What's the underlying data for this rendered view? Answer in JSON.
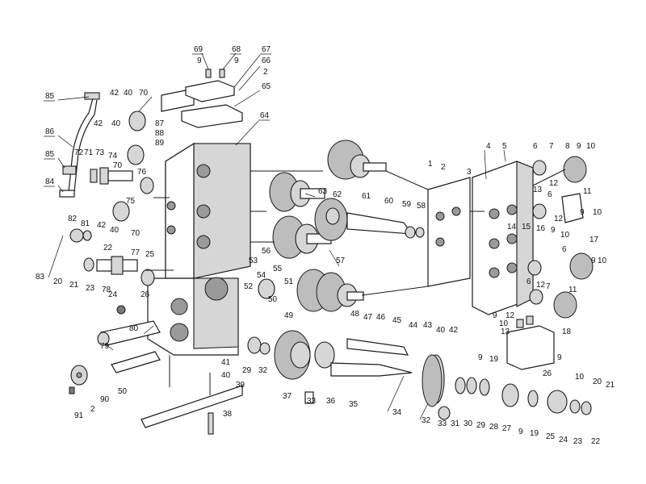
{
  "callouts": [
    {
      "label": "69"
    },
    {
      "label": "68"
    },
    {
      "label": "9"
    },
    {
      "label": "9"
    },
    {
      "label": "67"
    },
    {
      "label": "66"
    },
    {
      "label": "2"
    },
    {
      "label": "65"
    },
    {
      "label": "85"
    },
    {
      "label": "42"
    },
    {
      "label": "40"
    },
    {
      "label": "70"
    },
    {
      "label": "64"
    },
    {
      "label": "42"
    },
    {
      "label": "40"
    },
    {
      "label": "87"
    },
    {
      "label": "88"
    },
    {
      "label": "89"
    },
    {
      "label": "86"
    },
    {
      "label": "85"
    },
    {
      "label": "72"
    },
    {
      "label": "71"
    },
    {
      "label": "73"
    },
    {
      "label": "74"
    },
    {
      "label": "70"
    },
    {
      "label": "76"
    },
    {
      "label": "84"
    },
    {
      "label": "75"
    },
    {
      "label": "82"
    },
    {
      "label": "81"
    },
    {
      "label": "42"
    },
    {
      "label": "40"
    },
    {
      "label": "70"
    },
    {
      "label": "25"
    },
    {
      "label": "83"
    },
    {
      "label": "22"
    },
    {
      "label": "77"
    },
    {
      "label": "20"
    },
    {
      "label": "21"
    },
    {
      "label": "23"
    },
    {
      "label": "24"
    },
    {
      "label": "78"
    },
    {
      "label": "26"
    },
    {
      "label": "63"
    },
    {
      "label": "62"
    },
    {
      "label": "61"
    },
    {
      "label": "60"
    },
    {
      "label": "59"
    },
    {
      "label": "58"
    },
    {
      "label": "1"
    },
    {
      "label": "2"
    },
    {
      "label": "3"
    },
    {
      "label": "4"
    },
    {
      "label": "5"
    },
    {
      "label": "6"
    },
    {
      "label": "7"
    },
    {
      "label": "8"
    },
    {
      "label": "9"
    },
    {
      "label": "10"
    },
    {
      "label": "13"
    },
    {
      "label": "12"
    },
    {
      "label": "6"
    },
    {
      "label": "11"
    },
    {
      "label": "12"
    },
    {
      "label": "9"
    },
    {
      "label": "10"
    },
    {
      "label": "14"
    },
    {
      "label": "15"
    },
    {
      "label": "16"
    },
    {
      "label": "9"
    },
    {
      "label": "10"
    },
    {
      "label": "17"
    },
    {
      "label": "6"
    },
    {
      "label": "9"
    },
    {
      "label": "10"
    },
    {
      "label": "6"
    },
    {
      "label": "7"
    },
    {
      "label": "12"
    },
    {
      "label": "11"
    },
    {
      "label": "57"
    },
    {
      "label": "56"
    },
    {
      "label": "53"
    },
    {
      "label": "55"
    },
    {
      "label": "54"
    },
    {
      "label": "52"
    },
    {
      "label": "51"
    },
    {
      "label": "50"
    },
    {
      "label": "49"
    },
    {
      "label": "48"
    },
    {
      "label": "47"
    },
    {
      "label": "46"
    },
    {
      "label": "45"
    },
    {
      "label": "44"
    },
    {
      "label": "43"
    },
    {
      "label": "40"
    },
    {
      "label": "42"
    },
    {
      "label": "9"
    },
    {
      "label": "10"
    },
    {
      "label": "12"
    },
    {
      "label": "13"
    },
    {
      "label": "18"
    },
    {
      "label": "9"
    },
    {
      "label": "19"
    },
    {
      "label": "80"
    },
    {
      "label": "79"
    },
    {
      "label": "41"
    },
    {
      "label": "40"
    },
    {
      "label": "39"
    },
    {
      "label": "38"
    },
    {
      "label": "29"
    },
    {
      "label": "32"
    },
    {
      "label": "37"
    },
    {
      "label": "33"
    },
    {
      "label": "36"
    },
    {
      "label": "35"
    },
    {
      "label": "34"
    },
    {
      "label": "32"
    },
    {
      "label": "33"
    },
    {
      "label": "31"
    },
    {
      "label": "30"
    },
    {
      "label": "29"
    },
    {
      "label": "28"
    },
    {
      "label": "27"
    },
    {
      "label": "9"
    },
    {
      "label": "19"
    },
    {
      "label": "25"
    },
    {
      "label": "24"
    },
    {
      "label": "23"
    },
    {
      "label": "22"
    },
    {
      "label": "26"
    },
    {
      "label": "9"
    },
    {
      "label": "10"
    },
    {
      "label": "20"
    },
    {
      "label": "21"
    },
    {
      "label": "91"
    },
    {
      "label": "2"
    },
    {
      "label": "90"
    },
    {
      "label": "50"
    }
  ]
}
